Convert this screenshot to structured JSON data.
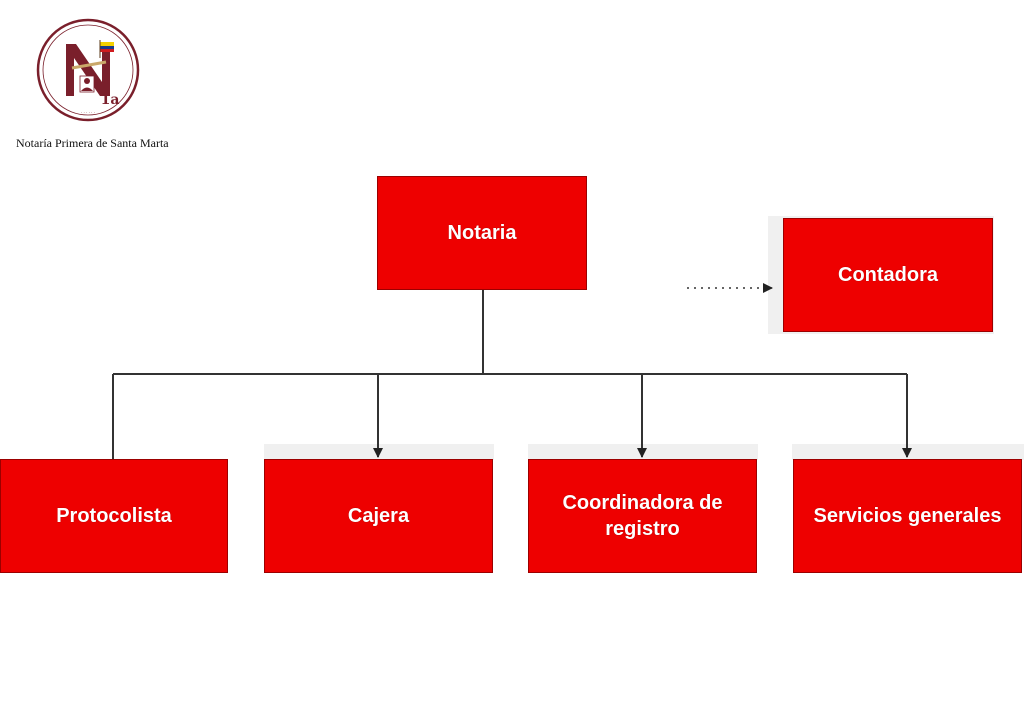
{
  "header": {
    "org_name": "Notaría Primera de Santa Marta"
  },
  "logo": {
    "name": "notaria-primera-logo",
    "accent_color": "#7a1f2b",
    "flag_colors": [
      "#f4d000",
      "#1a3a8a",
      "#d01c1f"
    ],
    "lettering": "1a"
  },
  "diagram": {
    "box_color": "#ee0000",
    "connector_color": "#333333",
    "nodes": {
      "notaria": "Notaria",
      "contadora": "Contadora",
      "protocolista": "Protocolista",
      "cajera": "Cajera",
      "coordinadora": "Coordinadora de registro",
      "servicios": "Servicios generales"
    },
    "edges": [
      {
        "from": "notaria",
        "to": "protocolista",
        "style": "solid",
        "arrow": false
      },
      {
        "from": "notaria",
        "to": "cajera",
        "style": "solid",
        "arrow": true
      },
      {
        "from": "notaria",
        "to": "coordinadora",
        "style": "solid",
        "arrow": true
      },
      {
        "from": "notaria",
        "to": "servicios",
        "style": "solid",
        "arrow": true
      },
      {
        "from": "",
        "to": "contadora",
        "style": "dotted",
        "arrow": true
      }
    ]
  }
}
